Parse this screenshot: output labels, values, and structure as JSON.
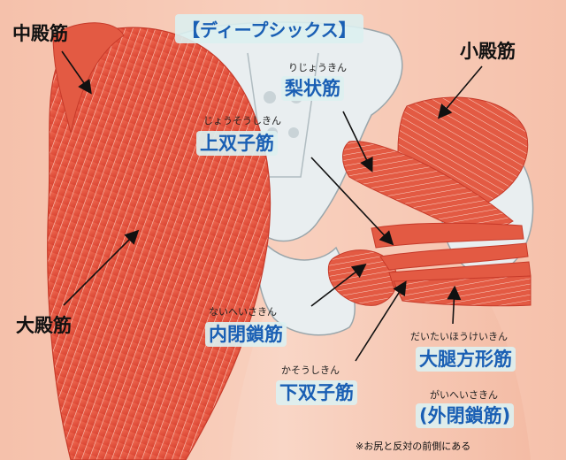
{
  "title": "【ディープシックス】",
  "labels": {
    "gluteus_medius": "中殿筋",
    "gluteus_minimus": "小殿筋",
    "gluteus_maximus": "大殿筋"
  },
  "muscles": {
    "piriformis": {
      "reading": "りじょうきん",
      "name": "梨状筋"
    },
    "gemellus_superior": {
      "reading": "じょうそうしきん",
      "name": "上双子筋"
    },
    "obturator_internus": {
      "reading": "ないへいさきん",
      "name": "内閉鎖筋"
    },
    "gemellus_inferior": {
      "reading": "かそうしきん",
      "name": "下双子筋"
    },
    "quadratus_femoris": {
      "reading": "だいたいほうけいきん",
      "name": "大腿方形筋"
    },
    "obturator_externus": {
      "reading": "がいへいさきん",
      "name": "(外閉鎖筋)"
    }
  },
  "note": "※お尻と反対の前側にある",
  "colors": {
    "skin": "#f6c7b0",
    "muscle": "#e0533d",
    "muscle_dark": "#c63a2a",
    "bone": "#e9eef0",
    "label_bg": "#dcf0f0",
    "label_text": "#1a5fb4"
  }
}
